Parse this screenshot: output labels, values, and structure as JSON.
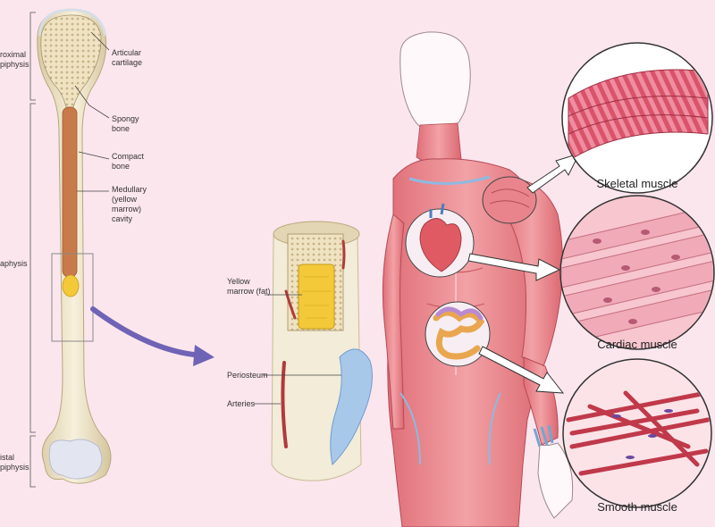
{
  "bone_labels": {
    "proximal_epiphysis": [
      "roximal",
      "piphysis"
    ],
    "diaphysis": "aphysis",
    "distal_epiphysis": [
      "istal",
      "piphysis"
    ],
    "articular_cartilage": [
      "Articular",
      "cartilage"
    ],
    "spongy_bone": [
      "Spongy",
      "bone"
    ],
    "compact_bone": [
      "Compact",
      "bone"
    ],
    "medullary_cavity": [
      "Medullary",
      "(yellow",
      "marrow)",
      "cavity"
    ]
  },
  "cross_section_labels": {
    "yellow_marrow": [
      "Yellow",
      "marrow (fat)"
    ],
    "periosteum": "Periosteum",
    "arteries": "Arteries"
  },
  "muscle_labels": {
    "skeletal": "Skeletal muscle",
    "cardiac": "Cardiac muscle",
    "smooth": "Smooth muscle"
  },
  "colors": {
    "background": "#fbe6ee",
    "bone": "#f2e8cf",
    "marrow": "#f3c93a",
    "muscle": "#e8838a",
    "arrow": "#6f63b5"
  }
}
